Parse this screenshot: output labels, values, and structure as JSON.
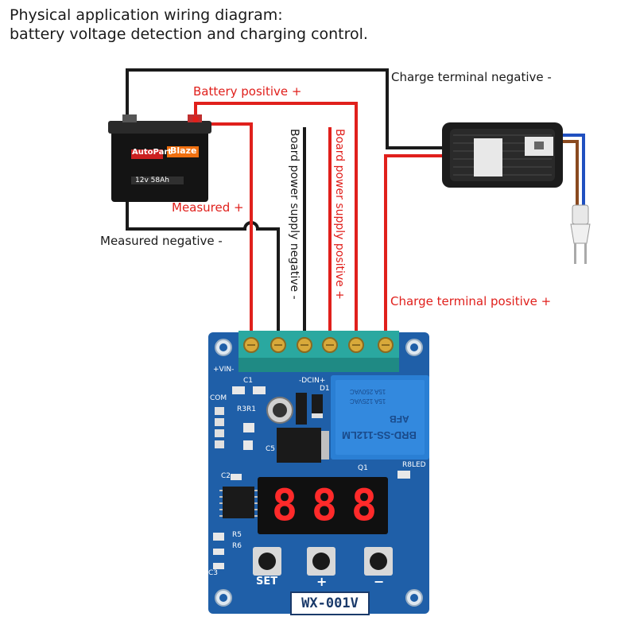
{
  "header": {
    "line1": "Physical application wiring diagram:",
    "line2": "battery voltage detection and charging control."
  },
  "labels": {
    "battery_positive": "Battery positive +",
    "charge_negative": "Charge terminal negative -",
    "measured_positive": "Measured +",
    "measured_negative": "Measured negative -",
    "board_negative": "Board power supply negative -",
    "board_positive": "Board power supply positive +",
    "charge_positive": "Charge terminal positive +"
  },
  "battery": {
    "brand": "AutoPart",
    "badge": "Blaze",
    "spec": "12v 58Ah"
  },
  "board": {
    "model": "WX-001V",
    "relay_brand": "AFB",
    "relay_model": "BRD-SS-112LM",
    "relay_rating_1": "15A 250VAC",
    "relay_rating_2": "15A 125VAC",
    "display_digits": [
      "8",
      "8",
      "8"
    ],
    "button_set": "SET",
    "button_plus": "+",
    "button_minus": "−",
    "silk_vin": "+VIN-",
    "silk_dcin": "-DCIN+",
    "silk_com": "COM",
    "silk_c1": "C1",
    "silk_c2": "C2",
    "silk_c3": "C3",
    "silk_c5": "C5",
    "silk_r3r1": "R3R1",
    "silk_r5": "R5",
    "silk_r6": "R6",
    "silk_r8led": "R8LED",
    "silk_q1": "Q1",
    "silk_d1": "D1"
  },
  "colors": {
    "wire_red": "#e0201c",
    "wire_black": "#1a1a1a",
    "pcb_blue": "#1f5fa8",
    "terminal_green": "#2aa8a0"
  }
}
